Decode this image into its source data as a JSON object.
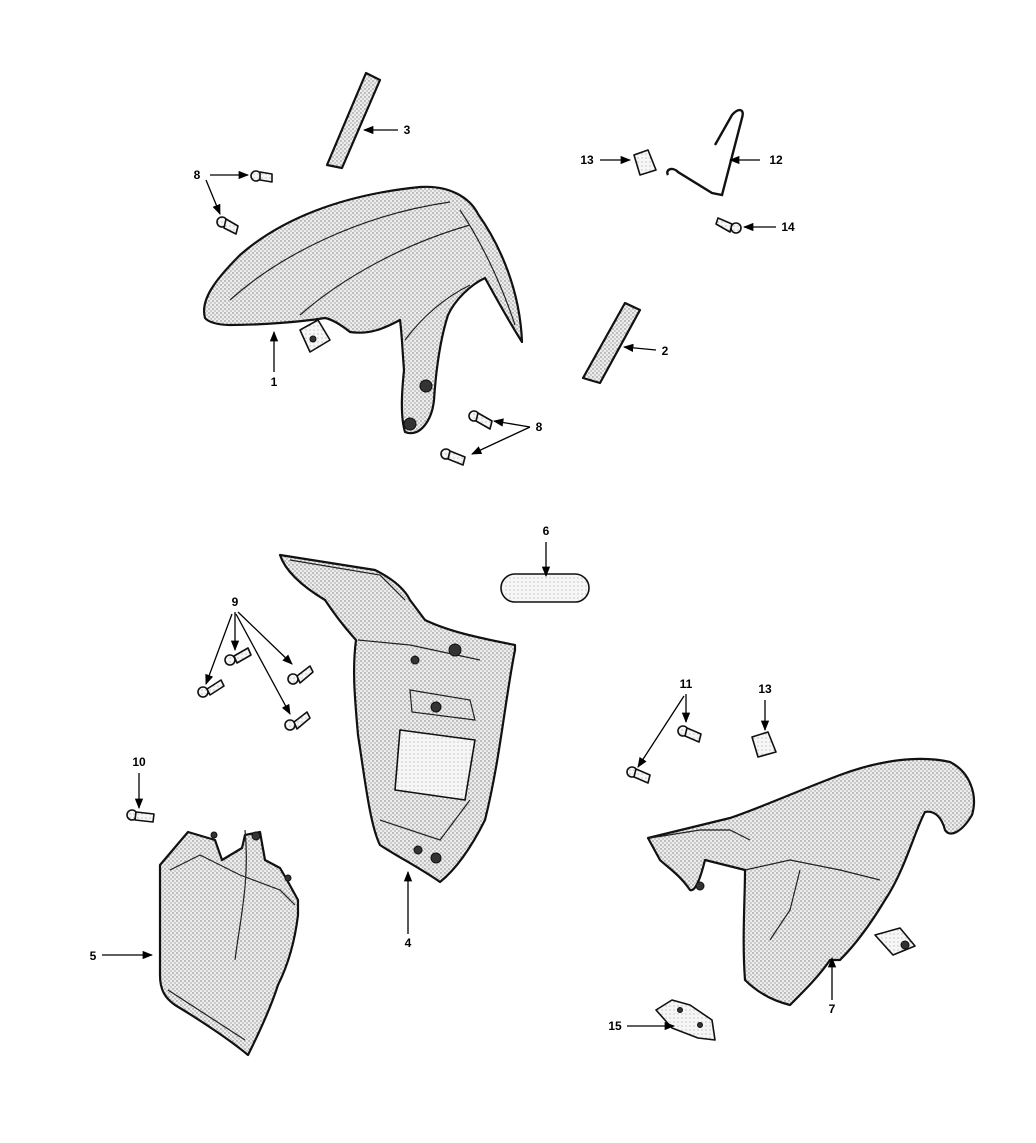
{
  "callouts": [
    {
      "id": "c1",
      "label": "1"
    },
    {
      "id": "c2",
      "label": "2"
    },
    {
      "id": "c3",
      "label": "3"
    },
    {
      "id": "c4",
      "label": "4"
    },
    {
      "id": "c5",
      "label": "5"
    },
    {
      "id": "c6",
      "label": "6"
    },
    {
      "id": "c7",
      "label": "7"
    },
    {
      "id": "c8a",
      "label": "8"
    },
    {
      "id": "c8b",
      "label": "8"
    },
    {
      "id": "c9",
      "label": "9"
    },
    {
      "id": "c10",
      "label": "10"
    },
    {
      "id": "c11",
      "label": "11"
    },
    {
      "id": "c12",
      "label": "12"
    },
    {
      "id": "c13a",
      "label": "13"
    },
    {
      "id": "c13b",
      "label": "13"
    },
    {
      "id": "c14",
      "label": "14"
    },
    {
      "id": "c15",
      "label": "15"
    }
  ]
}
